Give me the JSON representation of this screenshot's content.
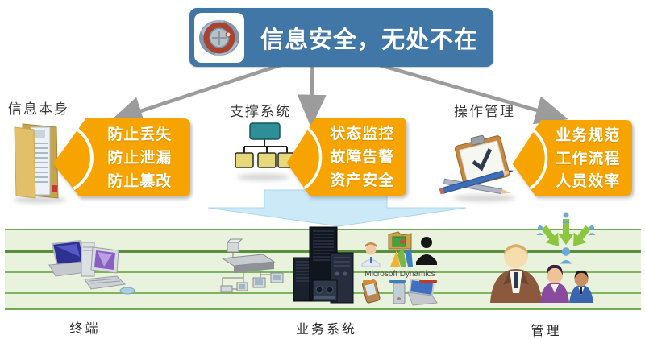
{
  "banner": {
    "title": "信息安全，无处不在"
  },
  "sections": [
    {
      "title": "信息本身",
      "icon": "folder-document-icon",
      "items": [
        "防止丢失",
        "防止泄漏",
        "防止篡改"
      ]
    },
    {
      "title": "支撑系统",
      "icon": "org-chart-icon",
      "items": [
        "状态监控",
        "故障告警",
        "资产安全"
      ]
    },
    {
      "title": "操作管理",
      "icon": "clipboard-check-icon",
      "items": [
        "业务规范",
        "工作流程",
        "人员效率"
      ]
    }
  ],
  "band": {
    "groups": [
      {
        "label": "终端",
        "icon": "terminal-computers"
      },
      {
        "label": "业务系统",
        "icon": "server-towers",
        "logo_text": "Microsoft Dynamics"
      },
      {
        "label": "管理",
        "icon": "management-people"
      }
    ]
  },
  "colors": {
    "banner_blue": "#4177A7",
    "accent_orange": "#F7A400",
    "arrow_gray": "#9C9C9C",
    "big_arrow_blue": "#CBE9F7",
    "band_green_bg": "#E9F2DC",
    "band_line_green": "#6FA850"
  }
}
